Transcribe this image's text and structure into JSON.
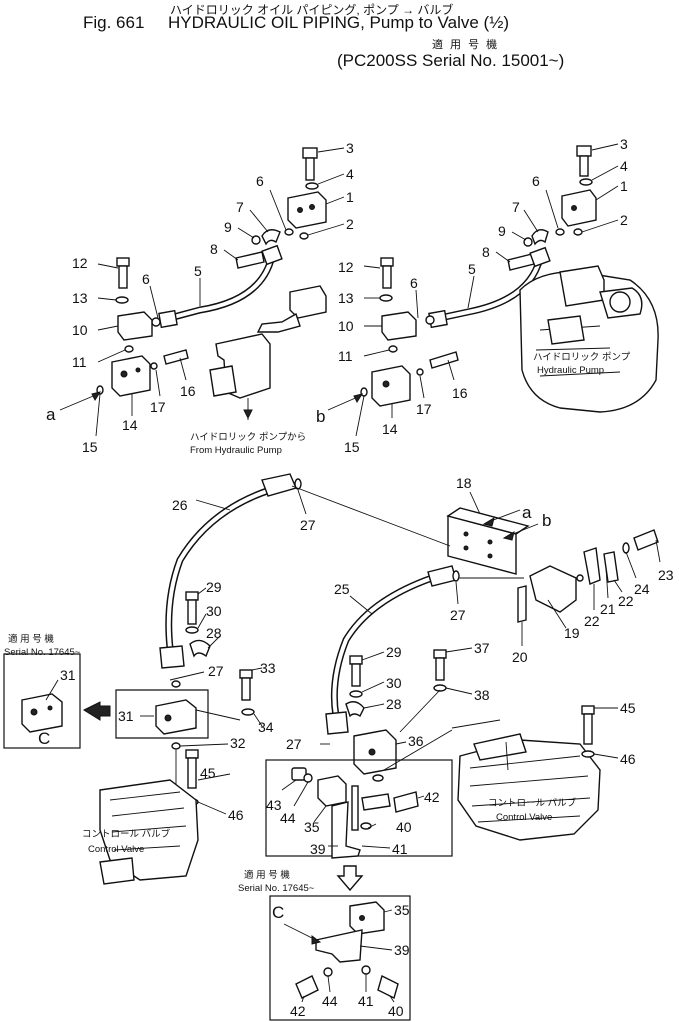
{
  "header": {
    "kana_title": "ハイドロリック オイル パイピング, ポンプ → バルブ",
    "fig_label": "Fig. 661",
    "title": "HYDRAULIC OIL PIPING, Pump to Valve (½)",
    "applicable_kana": "適 用 号 機",
    "serial_range": "(PC200SS Serial No. 15001~)"
  },
  "callouts": {
    "from_pump_kana": "ハイドロリック ポンプから",
    "from_pump": "From Hydraulic Pump",
    "hyd_pump_kana": "ハイドロリック ポンプ",
    "hyd_pump": "Hydraulic Pump",
    "cv_kana": "コントロール バルブ",
    "cv": "Control Valve",
    "serial_kana": "適 用 号 機",
    "serial_17645": "Serial No. 17645~"
  },
  "letters": {
    "a": "a",
    "b": "b",
    "c": "C"
  },
  "parts": {
    "p1": "1",
    "p2": "2",
    "p3": "3",
    "p4": "4",
    "p5": "5",
    "p6": "6",
    "p7": "7",
    "p8": "8",
    "p9": "9",
    "p10": "10",
    "p11": "11",
    "p12": "12",
    "p13": "13",
    "p14": "14",
    "p15": "15",
    "p16": "16",
    "p17": "17",
    "p18": "18",
    "p19": "19",
    "p20": "20",
    "p21": "21",
    "p22": "22",
    "p23": "23",
    "p24": "24",
    "p25": "25",
    "p26": "26",
    "p27": "27",
    "p28": "28",
    "p29": "29",
    "p30": "30",
    "p31": "31",
    "p32": "32",
    "p33": "33",
    "p34": "34",
    "p35": "35",
    "p36": "36",
    "p37": "37",
    "p38": "38",
    "p39": "39",
    "p40": "40",
    "p41": "41",
    "p42": "42",
    "p43": "43",
    "p44": "44",
    "p45": "45",
    "p46": "46"
  }
}
